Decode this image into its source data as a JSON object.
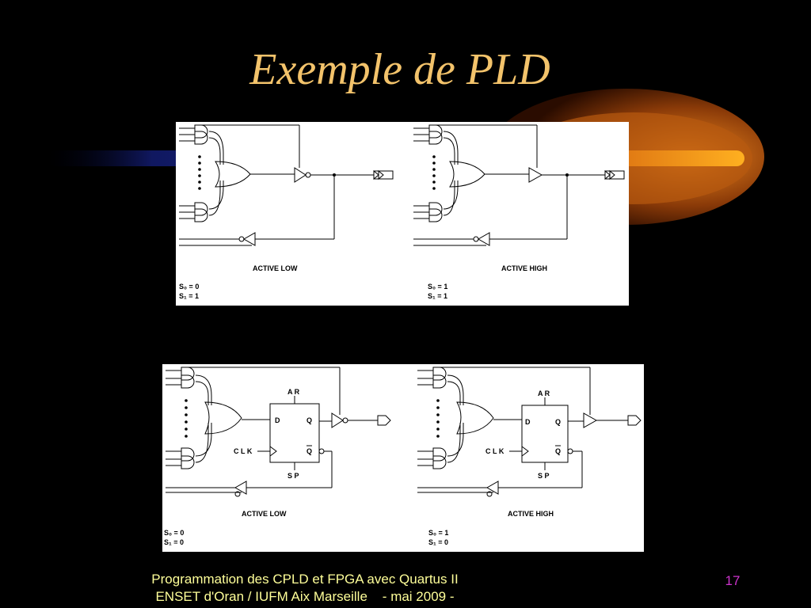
{
  "slide": {
    "title": "Exemple de PLD",
    "footer_line1": "Programmation des CPLD et FPGA avec Quartus II",
    "footer_line2": "ENSET d'Oran / IUFM Aix Marseille    - mai 2009 -",
    "page_number": "17"
  },
  "top_diagram": {
    "left": {
      "mode": "ACTIVE LOW",
      "s0": "S₀ = 0",
      "s1": "S₁ = 1"
    },
    "right": {
      "mode": "ACTIVE HIGH",
      "s0": "S₀ = 1",
      "s1": "S₁ = 1"
    }
  },
  "bottom_diagram": {
    "left": {
      "mode": "ACTIVE LOW",
      "s0": "S₀ = 0",
      "s1": "S₁ = 0"
    },
    "right": {
      "mode": "ACTIVE HIGH",
      "s0": "S₀ = 1",
      "s1": "S₁ = 0"
    },
    "ff_ar": "A R",
    "ff_d": "D",
    "ff_q": "Q",
    "ff_clk": "C L K",
    "ff_qbar": "Q",
    "ff_sp": "S P"
  },
  "colors": {
    "background": "#000000",
    "title": "#f3c36b",
    "footer": "#ffff99",
    "page_number": "#cc33cc"
  }
}
